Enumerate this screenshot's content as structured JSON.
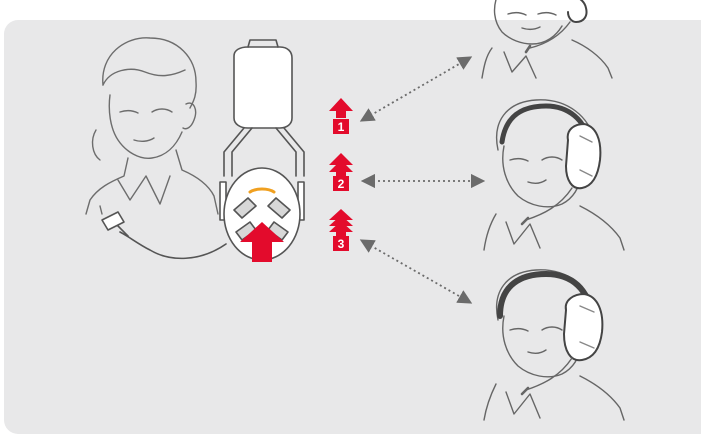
{
  "steps": [
    {
      "number": "1",
      "arrow_count": 1
    },
    {
      "number": "2",
      "arrow_count": 2
    },
    {
      "number": "3",
      "arrow_count": 3
    }
  ],
  "colors": {
    "panel": "#e8e8e9",
    "accent_red": "#e30b2c",
    "line": "#555555",
    "dotted": "#6b6b6b",
    "headset_orange": "#f0a020"
  },
  "icons": [
    "red-arrow-icon",
    "dotted-double-arrow-icon",
    "headset-illustration",
    "person-illustration"
  ]
}
